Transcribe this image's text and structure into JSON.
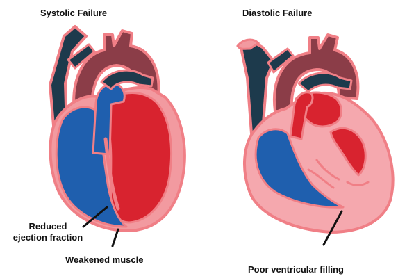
{
  "panels": [
    {
      "title": "Systolic Failure",
      "annotations": [
        "Reduced",
        "ejection fraction",
        "Weakened muscle"
      ]
    },
    {
      "title": "Diastolic Failure",
      "annotations": [
        "Poor ventricular filling"
      ]
    }
  ],
  "colors": {
    "outline": "#f07f86",
    "muscle_wall": "#f29aa0",
    "thick_wall": "#f5a8ae",
    "vein": "#1d3a4c",
    "aorta": "#8b3d48",
    "right_heart": "#1f5fae",
    "left_heart": "#d8232f",
    "pointer": "#111111"
  }
}
